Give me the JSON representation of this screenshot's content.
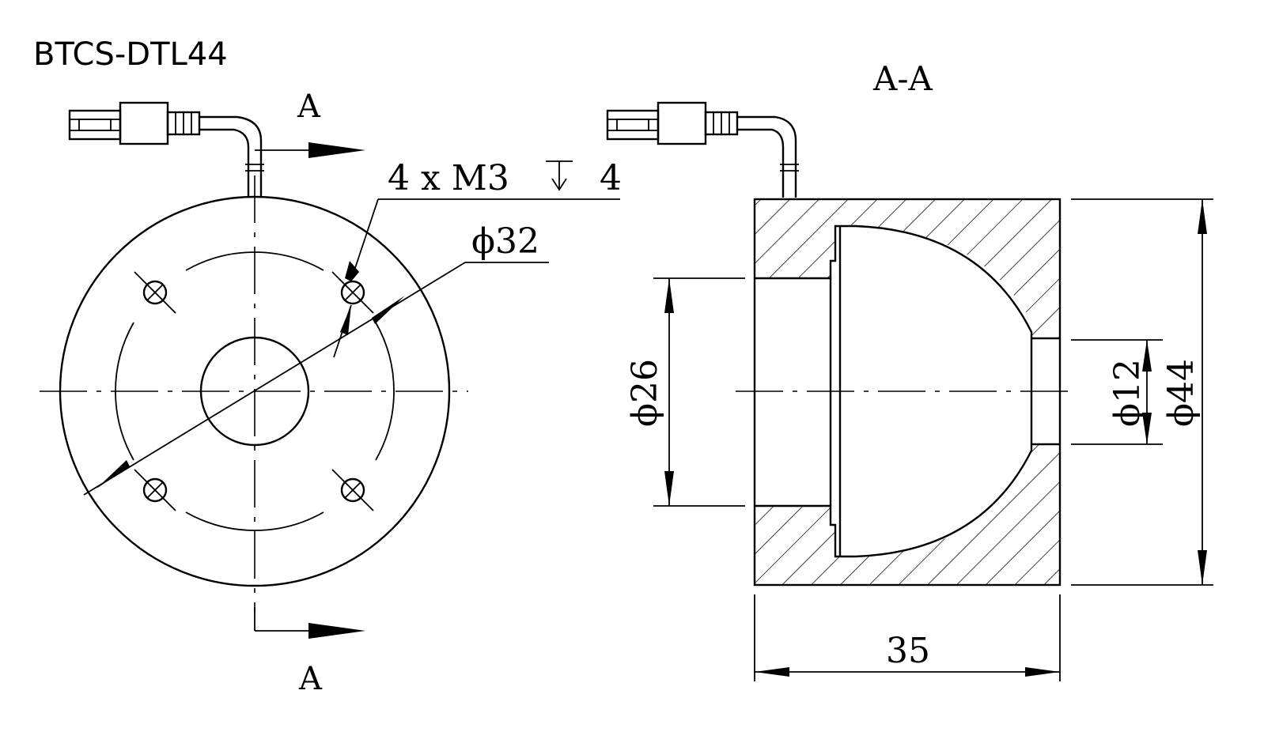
{
  "title": "BTCS-DTL44",
  "front_view": {
    "section_mark_top": "A",
    "section_mark_bottom": "A",
    "hole_callout": "4 x M3",
    "hole_depth": "4",
    "pcd_label": "ϕ32"
  },
  "section_view": {
    "title": "A-A",
    "dim_bore": "ϕ26",
    "dim_aperture": "ϕ12",
    "dim_outer": "ϕ44",
    "dim_length": "35"
  }
}
